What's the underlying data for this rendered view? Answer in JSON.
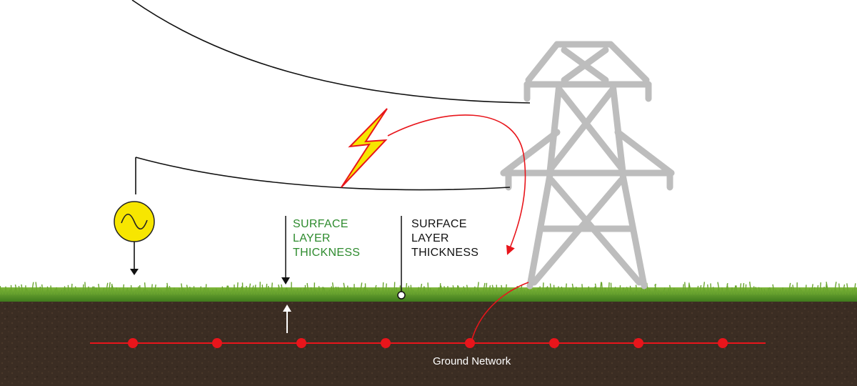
{
  "labels": {
    "surface_layer_green": [
      "SURFACE",
      "LAYER",
      "THICKNESS"
    ],
    "surface_layer_black": [
      "SURFACE",
      "LAYER",
      "THICKNESS"
    ],
    "ground_network": "Ground Network"
  },
  "colors": {
    "green_label": "#2e8b2e",
    "black_label": "#111111",
    "fault_path": "#e8151b",
    "ground_network": "#e8151b",
    "tower": "#bdbdbd",
    "soil": "#3a2c22",
    "grass": "#5a9a2a",
    "source_fill": "#f7e600",
    "lightning_fill": "#f7e600",
    "lightning_stroke": "#e8151b"
  },
  "icons": {
    "source": "ac-source-icon",
    "fault": "lightning-bolt-icon",
    "tower": "transmission-tower-icon"
  },
  "ground_network": {
    "node_count": 8
  }
}
